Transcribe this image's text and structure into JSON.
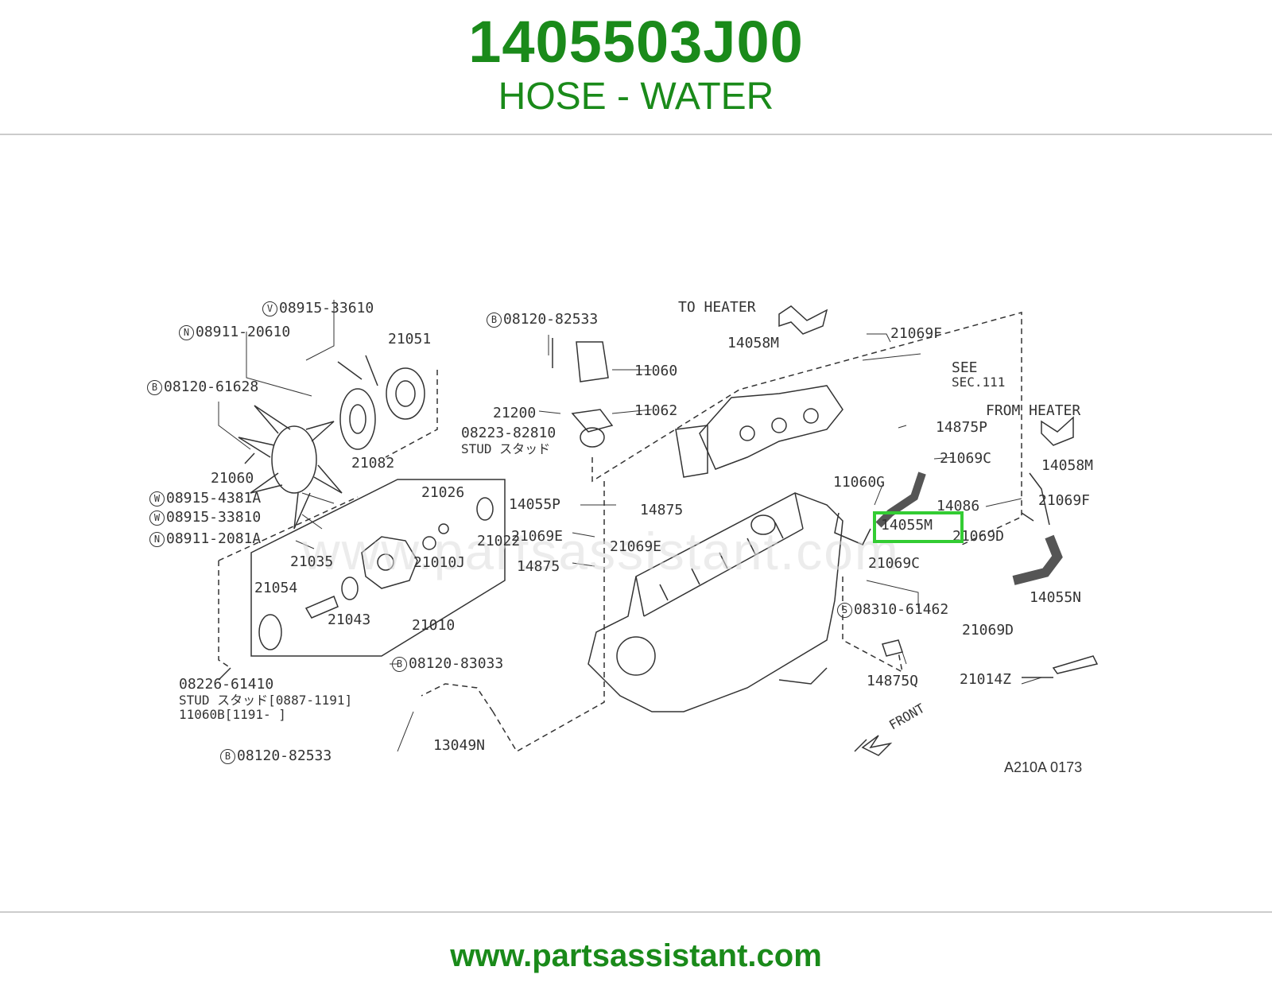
{
  "header": {
    "part_number": "1405503J00",
    "part_name": "HOSE - WATER"
  },
  "diagram": {
    "watermark": "www.partsassistant.com",
    "highlight_label": "14055M",
    "figure_code": "A210A 0173",
    "labels": {
      "v_08915_33610": "08915-33610",
      "n_08911_20610": "08911-20610",
      "p21051": "21051",
      "b_08120_61628": "08120-61628",
      "p21082": "21082",
      "p21060": "21060",
      "w_08915_4381a": "08915-4381A",
      "w_08915_33810": "08915-33810",
      "n_08911_2081a": "08911-2081A",
      "p21026": "21026",
      "p21022": "21022",
      "p21010j": "21010J",
      "p21035": "21035",
      "p21054": "21054",
      "p21043": "21043",
      "p21010": "21010",
      "p08226_61410": "08226-61410",
      "stud1": "STUD スタッド[0887-1191]",
      "p11060b": "11060B[1191-     ]",
      "b_08120_83033": "08120-83033",
      "b_08120_82533_bottom": "08120-82533",
      "p13049n": "13049N",
      "b_08120_82533_top": "08120-82533",
      "p11060": "11060",
      "p11062": "11062",
      "p21200": "21200",
      "p08223_82810": "08223-82810",
      "stud2": "STUD スタッド",
      "p14055p": "14055P",
      "p21069e_1": "21069E",
      "p21069e_2": "21069E",
      "p14875_1": "14875",
      "p14875_2": "14875",
      "to_heater": "TO HEATER",
      "p14058m_1": "14058M",
      "p21069f_1": "21069F",
      "see": "SEE",
      "sec111": "SEC.111",
      "from_heater": "FROM HEATER",
      "p14875p": "14875P",
      "p21069c_1": "21069C",
      "p14058m_2": "14058M",
      "p11060g": "11060G",
      "p14086": "14086",
      "p21069f_2": "21069F",
      "p21069d_1": "21069D",
      "p21069c_2": "21069C",
      "p14055n": "14055N",
      "s_08310_61462": "08310-61462",
      "p21069d_2": "21069D",
      "p14875q": "14875Q",
      "p21014z": "21014Z",
      "front": "FRONT"
    },
    "callout_letters": {
      "v": "V",
      "n": "N",
      "b": "B",
      "w": "W",
      "s": "S"
    },
    "colors": {
      "brand_green": "#1a8a1a",
      "highlight": "#33cc33",
      "line": "#333333"
    }
  },
  "footer": {
    "url": "www.partsassistant.com"
  }
}
